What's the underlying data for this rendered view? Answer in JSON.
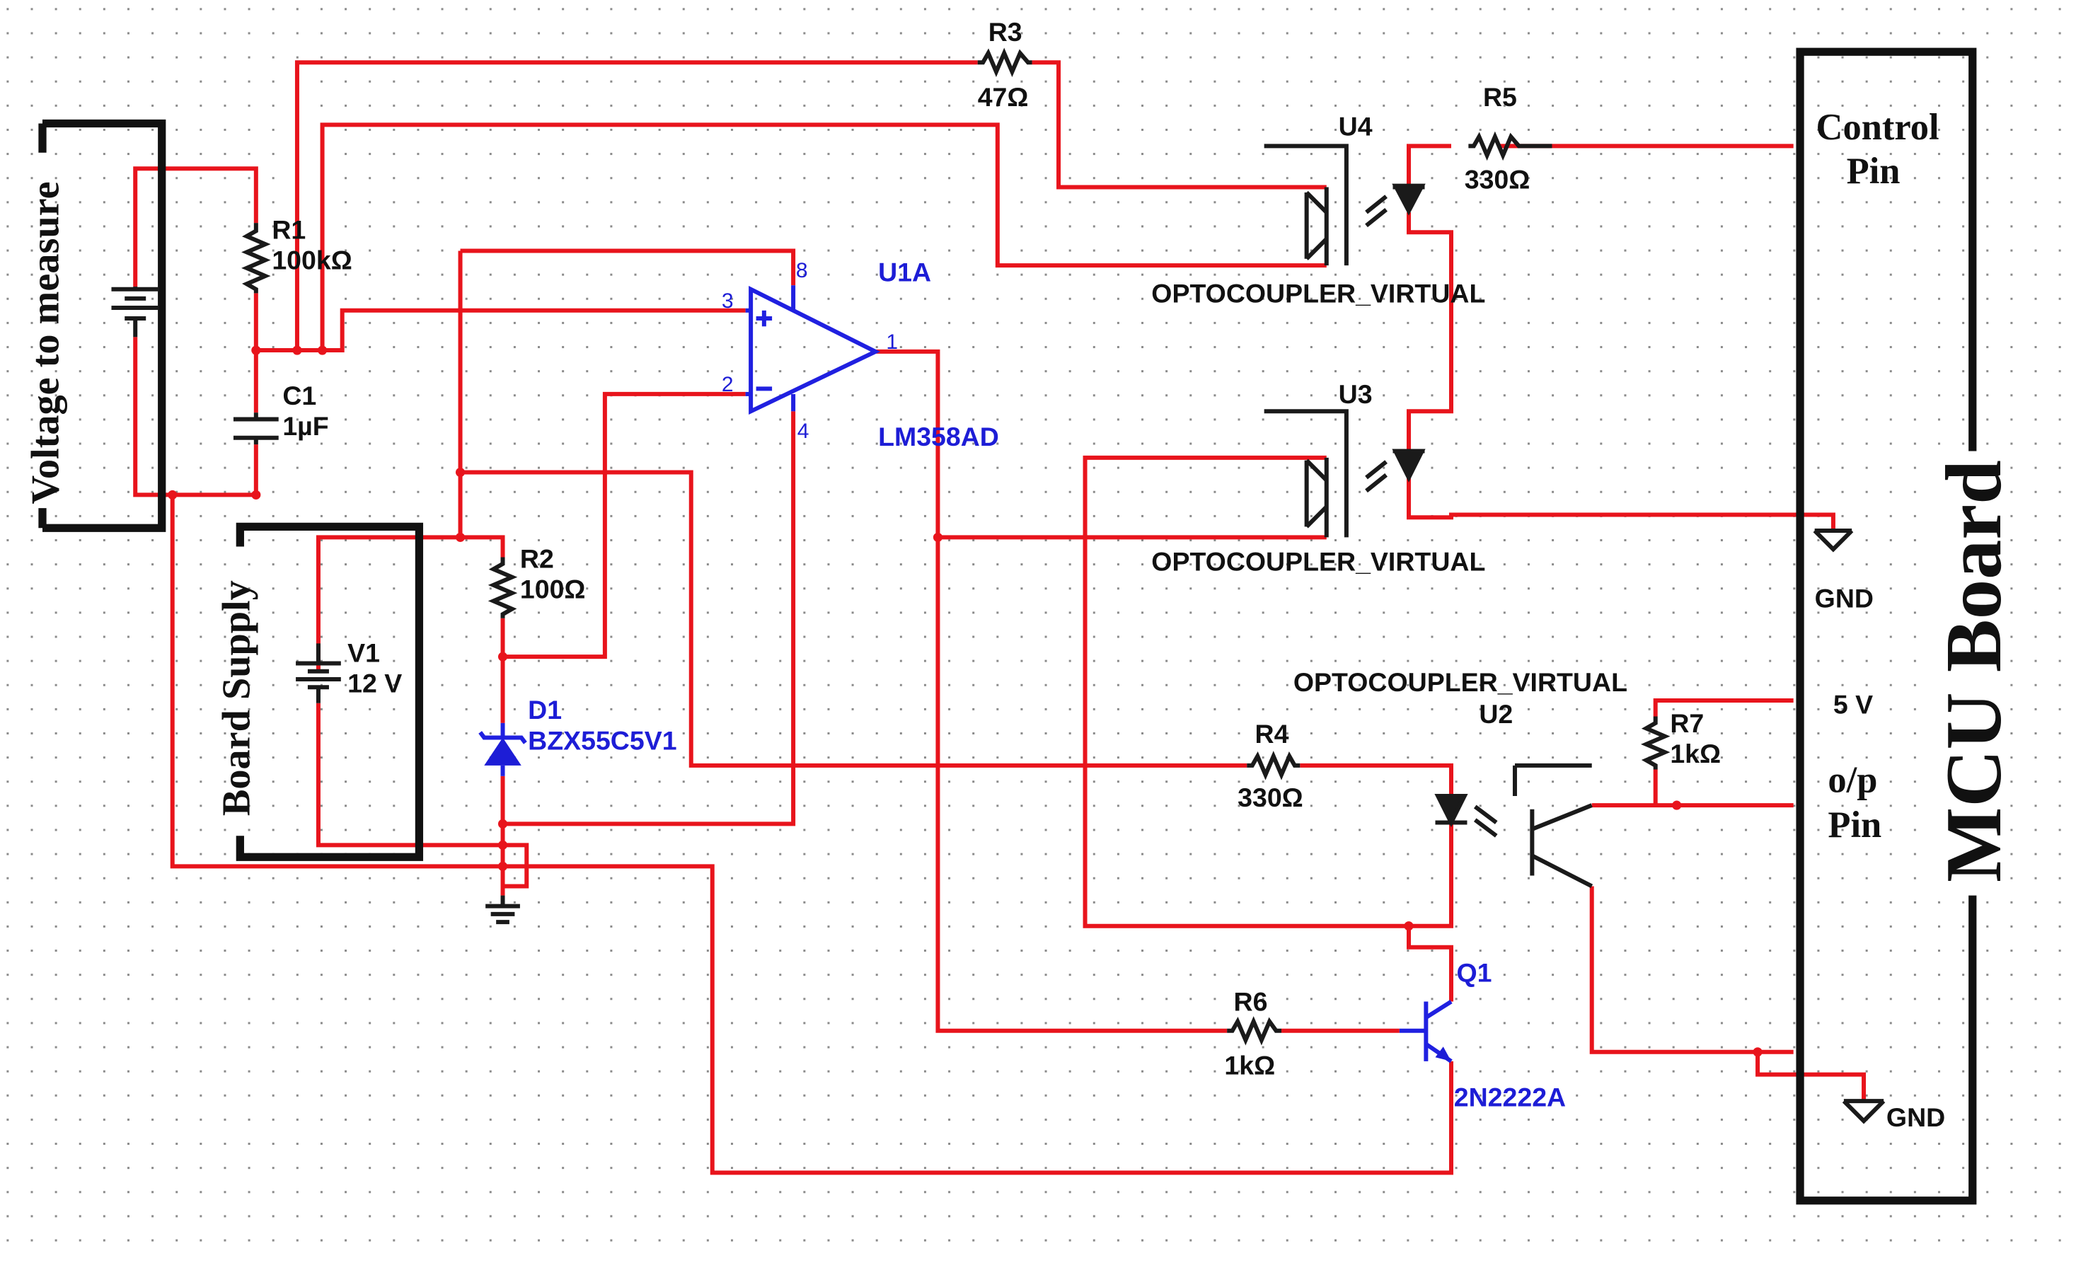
{
  "colors": {
    "wire": "#e8141c",
    "component": "#1a1a1a",
    "ic": "#1d1dd6",
    "background": "#ffffff",
    "grid_dot": "#8a8a8a"
  },
  "boxes": {
    "voltage_to_measure": "Voltage to measure",
    "board_supply": "Board Supply",
    "mcu_board": "MCU Board"
  },
  "mcu_pins": {
    "control": [
      "Control",
      "Pin"
    ],
    "gnd_top": "GND",
    "five_v": "5 V",
    "op": [
      "o/p",
      "Pin"
    ],
    "gnd_bottom": "GND"
  },
  "components": {
    "r1": {
      "ref": "R1",
      "value": "100kΩ"
    },
    "c1": {
      "ref": "C1",
      "value": "1µF"
    },
    "r2": {
      "ref": "R2",
      "value": "100Ω"
    },
    "v1": {
      "ref": "V1",
      "value": "12 V"
    },
    "d1": {
      "ref": "D1",
      "value": "BZX55C5V1"
    },
    "r3": {
      "ref": "R3",
      "value": "47Ω"
    },
    "r4": {
      "ref": "R4",
      "value": "330Ω"
    },
    "r5": {
      "ref": "R5",
      "value": "330Ω"
    },
    "r6": {
      "ref": "R6",
      "value": "1kΩ"
    },
    "r7": {
      "ref": "R7",
      "value": "1kΩ"
    },
    "u1": {
      "ref": "U1A",
      "value": "LM358AD",
      "pins": [
        "8",
        "3",
        "2",
        "1",
        "4"
      ]
    },
    "u2": {
      "ref": "U2",
      "value": "OPTOCOUPLER_VIRTUAL"
    },
    "u3": {
      "ref": "U3",
      "value": "OPTOCOUPLER_VIRTUAL"
    },
    "u4": {
      "ref": "U4",
      "value": "OPTOCOUPLER_VIRTUAL"
    },
    "q1": {
      "ref": "Q1",
      "value": "2N2222A"
    }
  },
  "icons": [
    "battery-icon",
    "resistor-icon",
    "capacitor-icon",
    "zener-diode-icon",
    "op-amp-icon",
    "optocoupler-icon",
    "npn-transistor-icon",
    "ground-icon"
  ]
}
